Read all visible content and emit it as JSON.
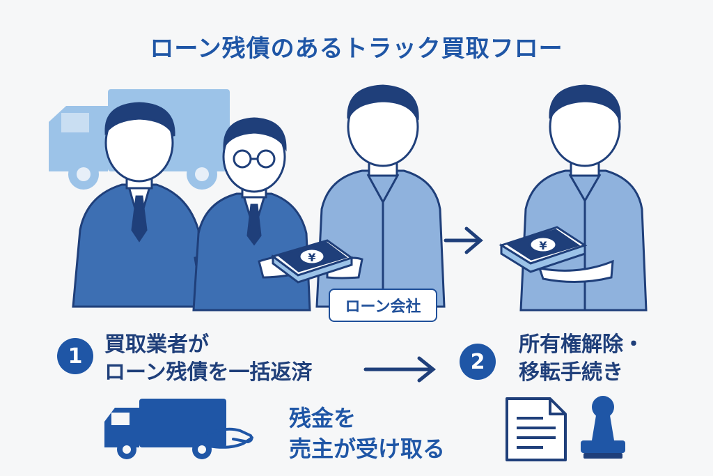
{
  "title": "ローン残債のあるトラック買取フロー",
  "badge": "ローン会社",
  "yen_symbol": "¥",
  "steps": [
    {
      "number": "1",
      "lines": [
        "買取業者が",
        "ローン残債を一括返済"
      ]
    },
    {
      "number": "2",
      "lines": [
        "所有権解除・",
        "移転手続き"
      ]
    }
  ],
  "remainder": {
    "lines": [
      "残金を",
      "売主が受け取る"
    ]
  },
  "colors": {
    "primary": "#1f56a6",
    "dark": "#1f3f7a",
    "light_blue": "#9cc3e8",
    "suit": "#3d6fb3",
    "shirt": "#8fb2dd"
  },
  "icons": [
    "truck-icon",
    "arrow-right-icon",
    "yen-cash-stack-icon",
    "document-icon",
    "stamp-icon",
    "hand-icon"
  ]
}
